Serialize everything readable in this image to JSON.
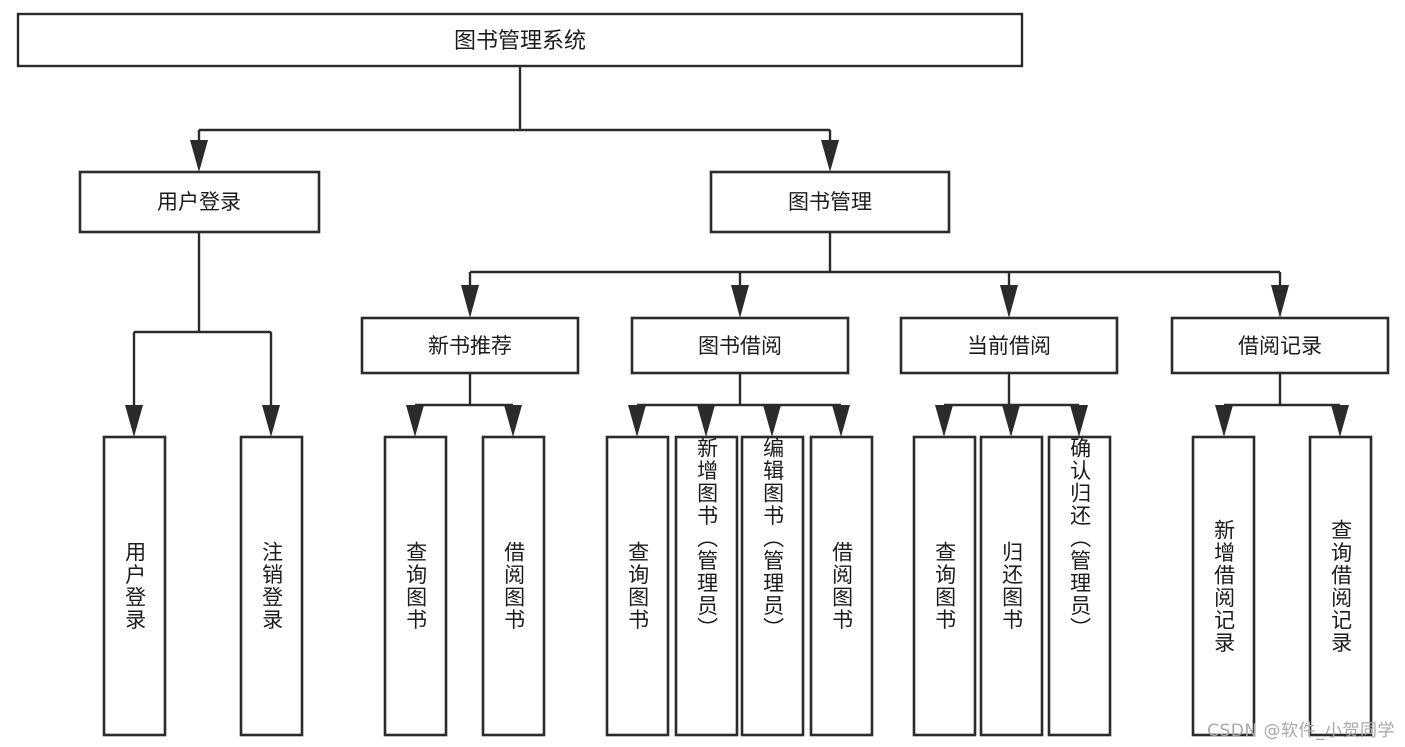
{
  "diagram": {
    "title": "图书管理系统",
    "type": "tree-hierarchy",
    "watermark": "CSDN @软件_小贺同学",
    "colors": {
      "stroke": "#2b2b2b",
      "fill": "#ffffff",
      "text": "#1c1c1c",
      "watermark": "#a8a8a8"
    },
    "root": {
      "label": "图书管理系统"
    },
    "level2": [
      {
        "label": "用户登录"
      },
      {
        "label": "图书管理"
      }
    ],
    "level3": [
      {
        "label": "新书推荐"
      },
      {
        "label": "图书借阅"
      },
      {
        "label": "当前借阅"
      },
      {
        "label": "借阅记录"
      }
    ],
    "leaves": {
      "user_login": [
        {
          "label": "用户登录"
        },
        {
          "label": "注销登录"
        }
      ],
      "new_book": [
        {
          "label": "查询图书"
        },
        {
          "label": "借阅图书"
        }
      ],
      "book_borrow": [
        {
          "label": "查询图书"
        },
        {
          "label": "新增图书（管理员）"
        },
        {
          "label": "编辑图书（管理员）"
        },
        {
          "label": "借阅图书"
        }
      ],
      "current_borrow": [
        {
          "label": "查询图书"
        },
        {
          "label": "归还图书"
        },
        {
          "label": "确认归还（管理员）"
        }
      ],
      "borrow_record": [
        {
          "label": "新增借阅记录"
        },
        {
          "label": "查询借阅记录"
        }
      ]
    }
  }
}
